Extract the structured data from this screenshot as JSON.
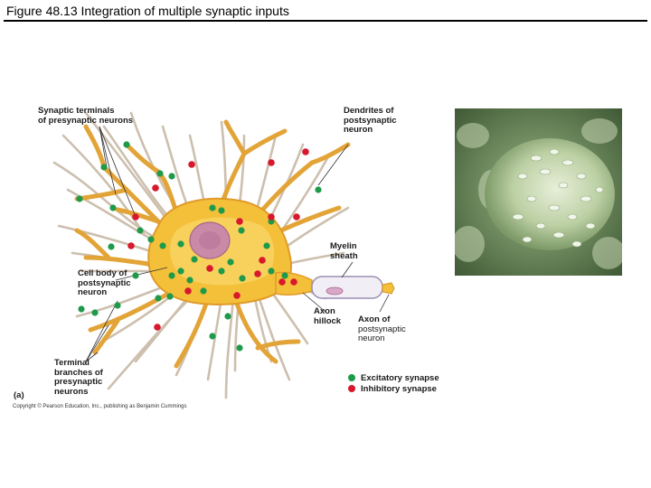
{
  "title": "Figure 48.13 Integration of multiple synaptic inputs",
  "labels": {
    "synaptic_terminals": [
      "Synaptic terminals",
      "of presynaptic neurons"
    ],
    "dendrites": [
      "Dendrites of",
      "postsynaptic",
      "neuron"
    ],
    "myelin": [
      "Myelin",
      "sheath"
    ],
    "cell_body": [
      "Cell body of",
      "postsynaptic",
      "neuron"
    ],
    "axon_hillock": [
      "Axon",
      "hillock"
    ],
    "axon": [
      "Axon of",
      "postsynaptic",
      "neuron"
    ],
    "terminal_branches": [
      "Terminal",
      "branches of",
      "presynaptic",
      "neurons"
    ],
    "panel": "(a)"
  },
  "legend": {
    "excitatory": "Excitatory synapse",
    "inhibitory": "Inhibitory synapse"
  },
  "copyright": "Copyright © Pearson Education, Inc., publishing as Benjamin Cummings",
  "colors": {
    "excitatory": "#1e9a4a",
    "inhibitory": "#d8182c",
    "cell_body": "#f5c23a",
    "dendrite": "#e2a53a",
    "presynaptic_fiber": "#c9b9a8",
    "nucleus": "#c98aa8",
    "micrograph": "#8fae7a"
  }
}
